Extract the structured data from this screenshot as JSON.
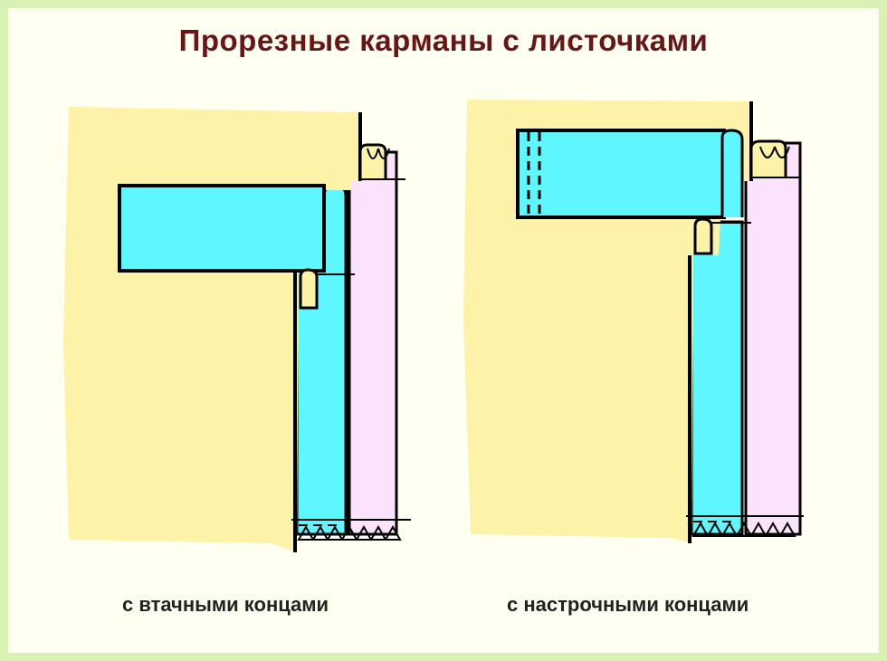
{
  "title": "Прорезные карманы с листочками",
  "captions": {
    "left": "с втачными  концами",
    "right": "с настрочными концами"
  },
  "colors": {
    "frame": "#d7f2b2",
    "background": "#fffff2",
    "fabric": "#fcf2a8",
    "leaf": "#5ff7ff",
    "lining": "#fbe4fb",
    "outline": "#000000",
    "title": "#6a1414"
  }
}
